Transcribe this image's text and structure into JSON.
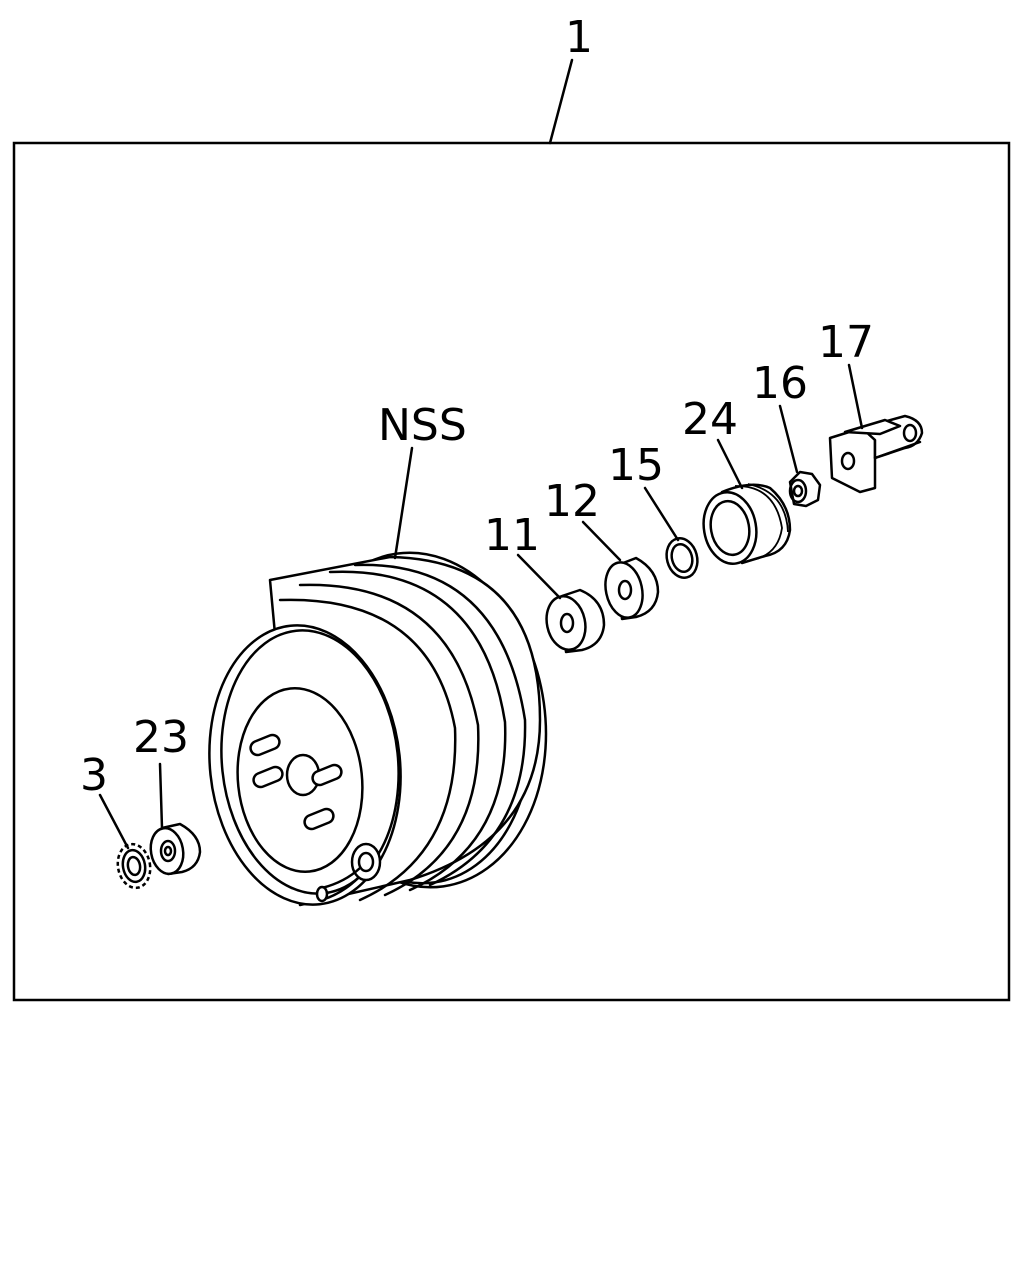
{
  "labels": {
    "assembly": "1",
    "nss": "NSS",
    "part_11": "11",
    "part_12": "12",
    "part_15": "15",
    "part_24": "24",
    "part_16": "16",
    "part_17": "17",
    "part_23": "23",
    "part_3": "3"
  }
}
